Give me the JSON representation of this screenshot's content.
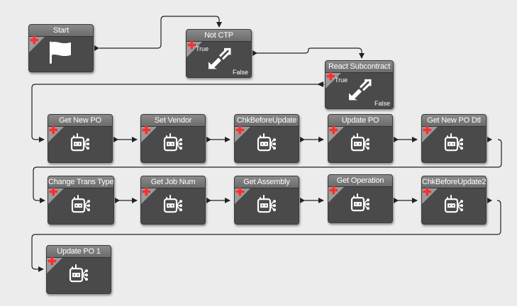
{
  "nodes": {
    "start": {
      "title": "Start",
      "icon": "flag-icon"
    },
    "not_ctp": {
      "title": "Not CTP",
      "icon": "condition-arrows-icon",
      "true_label": "True",
      "false_label": "False"
    },
    "react_subcontract": {
      "title": "React Subcontract",
      "icon": "condition-arrows-icon",
      "true_label": "True",
      "false_label": "False"
    },
    "get_new_po": {
      "title": "Get New PO",
      "icon": "method-call-icon"
    },
    "set_vendor": {
      "title": "Set Vendor",
      "icon": "method-call-icon"
    },
    "chk_before_update": {
      "title": "ChkBeforeUpdate",
      "icon": "method-call-icon"
    },
    "update_po": {
      "title": "Update PO",
      "icon": "method-call-icon"
    },
    "get_new_po_dtl": {
      "title": "Get New PO Dtl",
      "icon": "method-call-icon"
    },
    "change_trans_type": {
      "title": "Change Trans Type",
      "icon": "method-call-icon"
    },
    "get_job_num": {
      "title": "Get Job Num",
      "icon": "method-call-icon"
    },
    "get_assembly": {
      "title": "Get Assembly",
      "icon": "method-call-icon"
    },
    "get_operation": {
      "title": "Get Operation",
      "icon": "method-call-icon"
    },
    "chk_before_update2": {
      "title": "ChkBeforeUpdate2",
      "icon": "method-call-icon"
    },
    "update_po_1": {
      "title": "Update PO 1",
      "icon": "method-call-icon"
    }
  },
  "colors": {
    "canvas": "#ececec",
    "node_body": "#4a4a4a",
    "node_title": "#7a7a7a",
    "add_marker": "#ff2d2d",
    "connector": "#222222"
  }
}
